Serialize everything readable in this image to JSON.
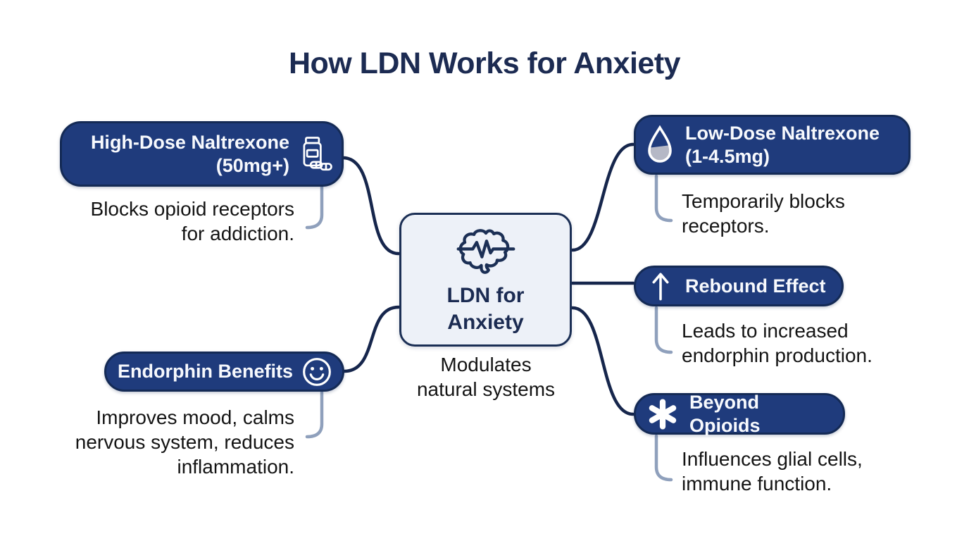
{
  "title": "How LDN Works for Anxiety",
  "colors": {
    "node_fill": "#1f3b7c",
    "node_border": "#142a55",
    "node_text": "#f7f9fd",
    "center_fill": "#edf1f8",
    "navy_text": "#1b2b52",
    "body_text": "#141414",
    "connector": "#16264c",
    "bracket": "#8fa0bc"
  },
  "center_node": {
    "icon": "brain-pulse-icon",
    "label": "LDN for\nAnxiety",
    "caption": "Modulates\nnatural systems"
  },
  "nodes": {
    "high_dose": {
      "icon": "pill-bottle-icon",
      "label": "High-Dose Naltrexone\n(50mg+)",
      "description": "Blocks opioid receptors\nfor addiction."
    },
    "endorphin": {
      "icon": "smiley-icon",
      "label": "Endorphin Benefits",
      "description": "Improves mood, calms\nnervous system, reduces\ninflammation."
    },
    "low_dose": {
      "icon": "droplet-icon",
      "label": "Low-Dose Naltrexone\n(1-4.5mg)",
      "description": "Temporarily blocks\nreceptors."
    },
    "rebound": {
      "icon": "arrow-up-icon",
      "label": "Rebound Effect",
      "description": "Leads to increased\nendorphin production."
    },
    "beyond": {
      "icon": "asterisk-icon",
      "label": "Beyond Opioids",
      "description": "Influences glial cells,\nimmune function."
    }
  }
}
